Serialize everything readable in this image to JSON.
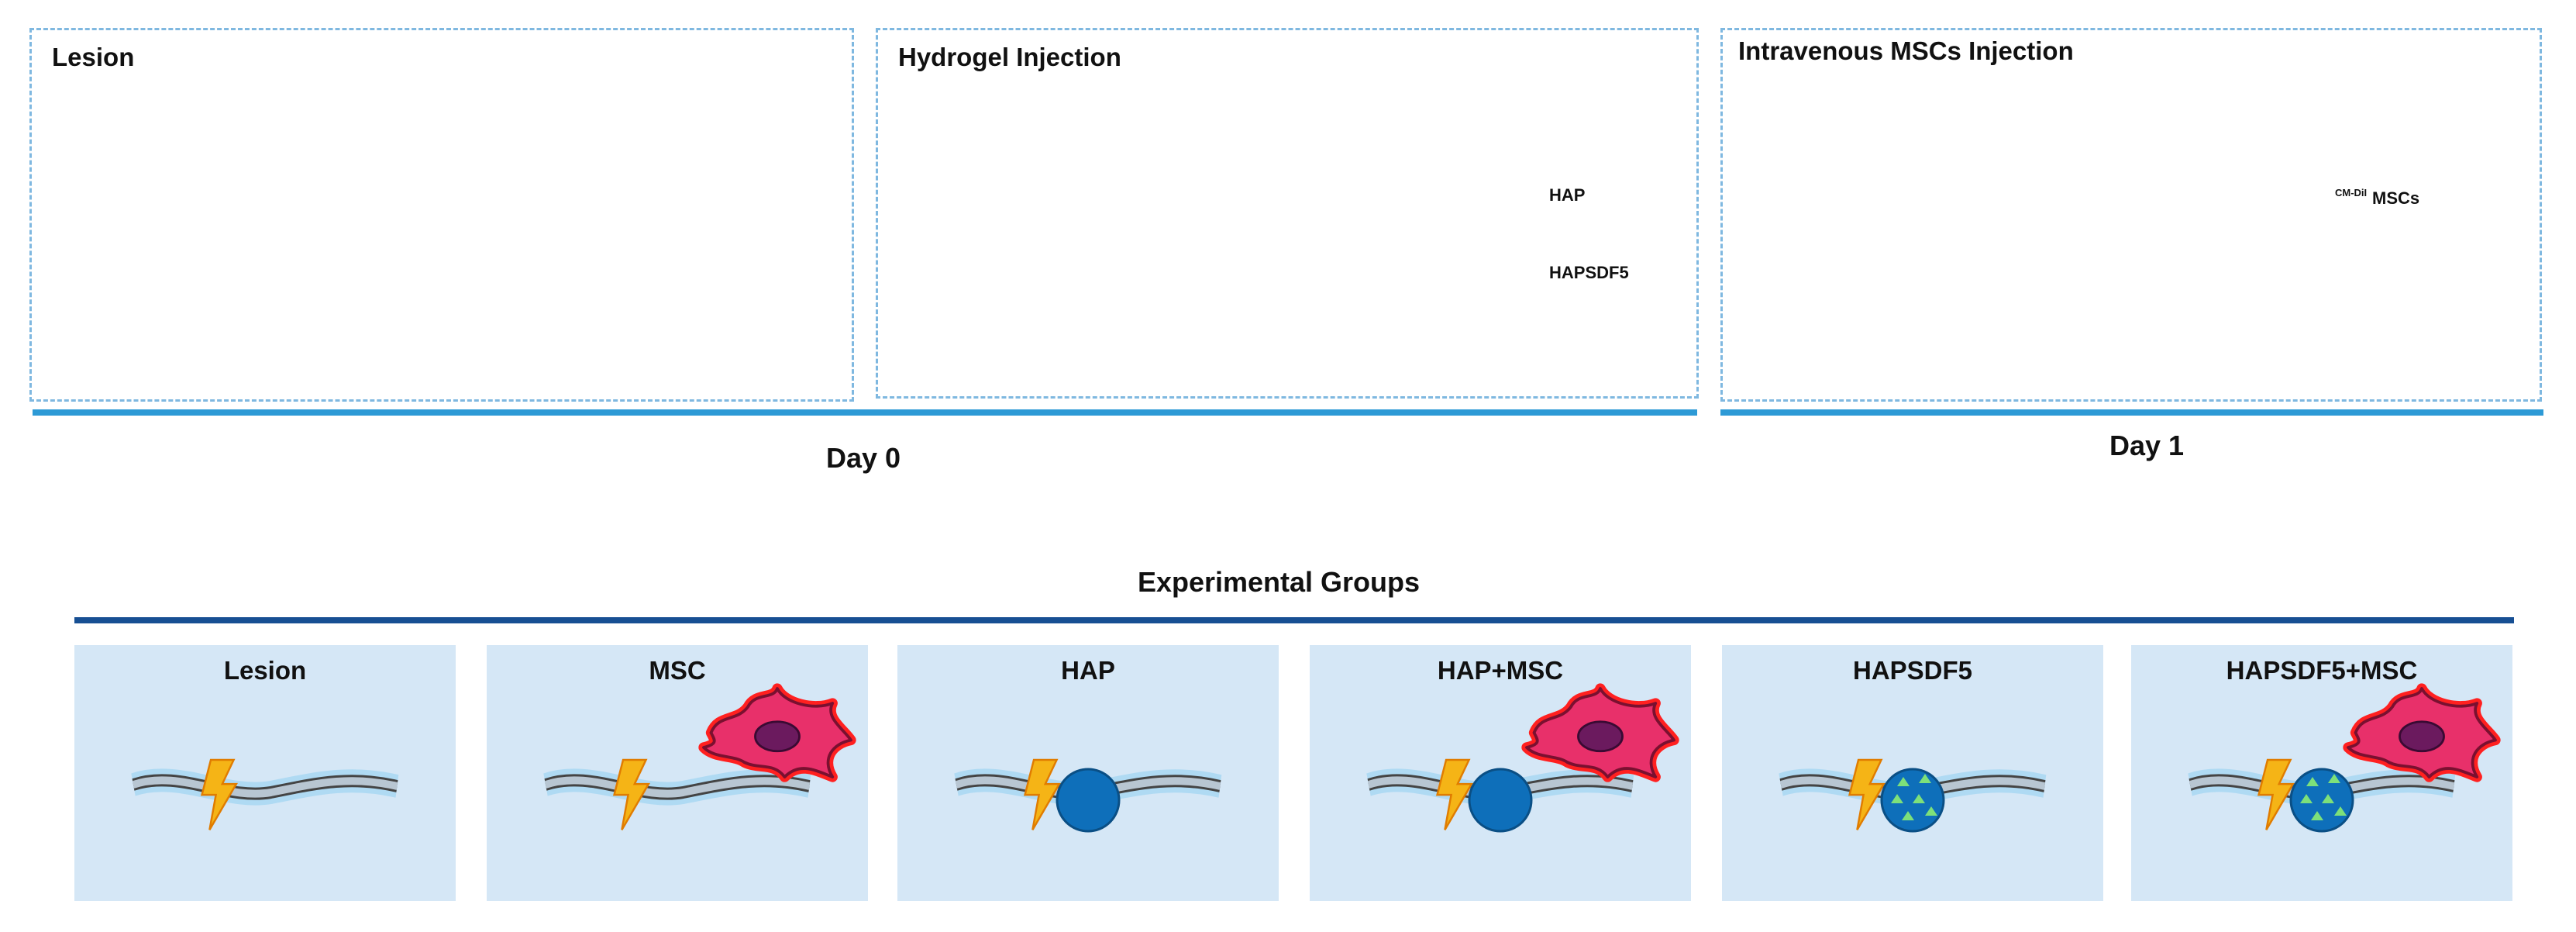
{
  "panels": [
    {
      "title": "Lesion"
    },
    {
      "title": "Hydrogel Injection",
      "labels": [
        "HAP",
        "HAPSDF5"
      ]
    },
    {
      "title": "Intravenous MSCs Injection",
      "labels": [
        "CM-DiI",
        "MSCs"
      ]
    }
  ],
  "days": [
    "Day 0",
    "Day 1"
  ],
  "groups": {
    "title": "Experimental Groups",
    "items": [
      "Lesion",
      "MSC",
      "HAP",
      "HAP+MSC",
      "HAPSDF5",
      "HAPSDF5+MSC"
    ]
  },
  "colors": {
    "panel_border": "#7fb8e0",
    "day_line": "#2d9ad6",
    "group_line": "#174f93",
    "group_box": "#d5e7f6",
    "hydrogel": "#0e6fba",
    "cell": "#e8306a",
    "lightning": "#f5b416"
  }
}
